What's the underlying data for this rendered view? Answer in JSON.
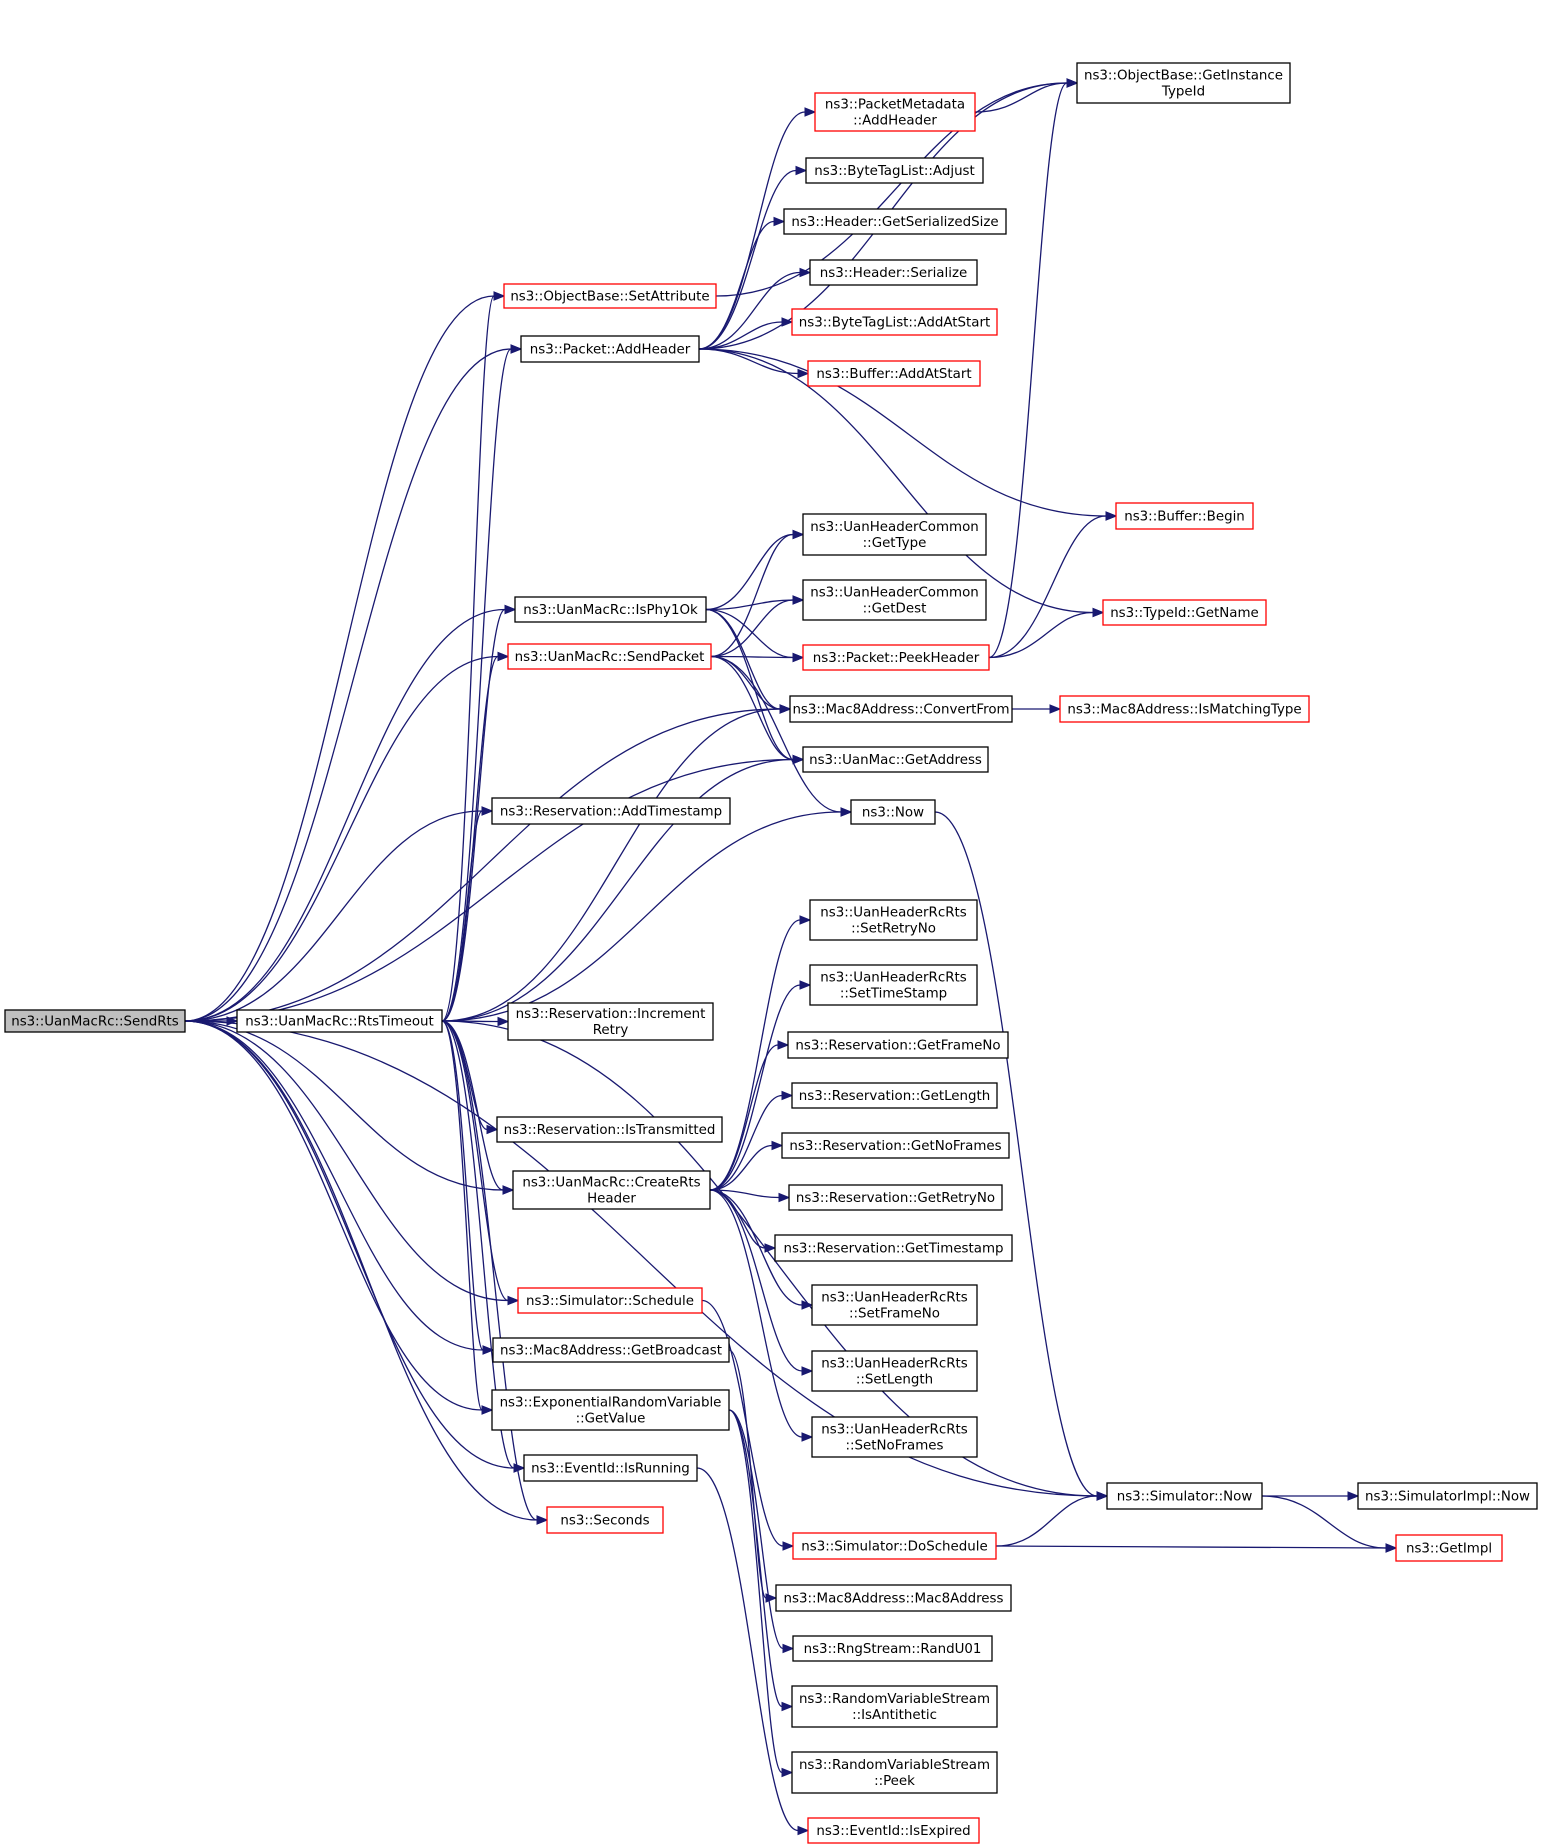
{
  "diagram": {
    "type": "call-graph",
    "colors": {
      "edge": "#191970",
      "root_fill": "#bfbfbf",
      "incomplete_border": "#ff0000",
      "border": "#000000"
    },
    "nodes": [
      {
        "id": "sendrts",
        "lines": [
          "ns3::UanMacRc::SendRts"
        ],
        "style": "root"
      },
      {
        "id": "rtstimeout",
        "lines": [
          "ns3::UanMacRc::RtsTimeout"
        ],
        "style": "normal"
      },
      {
        "id": "setattr",
        "lines": [
          "ns3::ObjectBase::SetAttribute"
        ],
        "style": "red"
      },
      {
        "id": "addheader",
        "lines": [
          "ns3::Packet::AddHeader"
        ],
        "style": "normal"
      },
      {
        "id": "getinst",
        "lines": [
          "ns3::ObjectBase::GetInstance",
          "TypeId"
        ],
        "style": "normal"
      },
      {
        "id": "pmaddheader",
        "lines": [
          "ns3::PacketMetadata",
          "::AddHeader"
        ],
        "style": "red"
      },
      {
        "id": "btladjust",
        "lines": [
          "ns3::ByteTagList::Adjust"
        ],
        "style": "normal"
      },
      {
        "id": "hgetsize",
        "lines": [
          "ns3::Header::GetSerializedSize"
        ],
        "style": "normal"
      },
      {
        "id": "hserialize",
        "lines": [
          "ns3::Header::Serialize"
        ],
        "style": "normal"
      },
      {
        "id": "btladdstart",
        "lines": [
          "ns3::ByteTagList::AddAtStart"
        ],
        "style": "red"
      },
      {
        "id": "bufaddstart",
        "lines": [
          "ns3::Buffer::AddAtStart"
        ],
        "style": "red"
      },
      {
        "id": "bufbegin",
        "lines": [
          "ns3::Buffer::Begin"
        ],
        "style": "red"
      },
      {
        "id": "gettype",
        "lines": [
          "ns3::UanHeaderCommon",
          "::GetType"
        ],
        "style": "normal"
      },
      {
        "id": "getdest",
        "lines": [
          "ns3::UanHeaderCommon",
          "::GetDest"
        ],
        "style": "normal"
      },
      {
        "id": "isphy1ok",
        "lines": [
          "ns3::UanMacRc::IsPhy1Ok"
        ],
        "style": "normal"
      },
      {
        "id": "sendpacket",
        "lines": [
          "ns3::UanMacRc::SendPacket"
        ],
        "style": "red"
      },
      {
        "id": "peekheader",
        "lines": [
          "ns3::Packet::PeekHeader"
        ],
        "style": "red"
      },
      {
        "id": "typeidname",
        "lines": [
          "ns3::TypeId::GetName"
        ],
        "style": "red"
      },
      {
        "id": "convertfrom",
        "lines": [
          "ns3::Mac8Address::ConvertFrom"
        ],
        "style": "normal"
      },
      {
        "id": "ismatching",
        "lines": [
          "ns3::Mac8Address::IsMatchingType"
        ],
        "style": "red"
      },
      {
        "id": "getaddress",
        "lines": [
          "ns3::UanMac::GetAddress"
        ],
        "style": "normal"
      },
      {
        "id": "addtimestamp",
        "lines": [
          "ns3::Reservation::AddTimestamp"
        ],
        "style": "normal"
      },
      {
        "id": "now",
        "lines": [
          "ns3::Now"
        ],
        "style": "normal"
      },
      {
        "id": "setretryno",
        "lines": [
          "ns3::UanHeaderRcRts",
          "::SetRetryNo"
        ],
        "style": "normal"
      },
      {
        "id": "settimestamp",
        "lines": [
          "ns3::UanHeaderRcRts",
          "::SetTimeStamp"
        ],
        "style": "normal"
      },
      {
        "id": "incretry",
        "lines": [
          "ns3::Reservation::Increment",
          "Retry"
        ],
        "style": "normal"
      },
      {
        "id": "getframeno",
        "lines": [
          "ns3::Reservation::GetFrameNo"
        ],
        "style": "normal"
      },
      {
        "id": "getlength",
        "lines": [
          "ns3::Reservation::GetLength"
        ],
        "style": "normal"
      },
      {
        "id": "istransmitted",
        "lines": [
          "ns3::Reservation::IsTransmitted"
        ],
        "style": "normal"
      },
      {
        "id": "getnoframes",
        "lines": [
          "ns3::Reservation::GetNoFrames"
        ],
        "style": "normal"
      },
      {
        "id": "createrts",
        "lines": [
          "ns3::UanMacRc::CreateRts",
          "Header"
        ],
        "style": "normal"
      },
      {
        "id": "getretryno",
        "lines": [
          "ns3::Reservation::GetRetryNo"
        ],
        "style": "normal"
      },
      {
        "id": "gettimestamp",
        "lines": [
          "ns3::Reservation::GetTimestamp"
        ],
        "style": "normal"
      },
      {
        "id": "setframeno",
        "lines": [
          "ns3::UanHeaderRcRts",
          "::SetFrameNo"
        ],
        "style": "normal"
      },
      {
        "id": "schedule",
        "lines": [
          "ns3::Simulator::Schedule"
        ],
        "style": "red"
      },
      {
        "id": "getbroadcast",
        "lines": [
          "ns3::Mac8Address::GetBroadcast"
        ],
        "style": "normal"
      },
      {
        "id": "setlength",
        "lines": [
          "ns3::UanHeaderRcRts",
          "::SetLength"
        ],
        "style": "normal"
      },
      {
        "id": "expgetvalue",
        "lines": [
          "ns3::ExponentialRandomVariable",
          "::GetValue"
        ],
        "style": "normal"
      },
      {
        "id": "setnoframes",
        "lines": [
          "ns3::UanHeaderRcRts",
          "::SetNoFrames"
        ],
        "style": "normal"
      },
      {
        "id": "isrunning",
        "lines": [
          "ns3::EventId::IsRunning"
        ],
        "style": "normal"
      },
      {
        "id": "simnow",
        "lines": [
          "ns3::Simulator::Now"
        ],
        "style": "normal"
      },
      {
        "id": "simimplnow",
        "lines": [
          "ns3::SimulatorImpl::Now"
        ],
        "style": "normal"
      },
      {
        "id": "seconds",
        "lines": [
          "ns3::Seconds"
        ],
        "style": "red"
      },
      {
        "id": "doschedule",
        "lines": [
          "ns3::Simulator::DoSchedule"
        ],
        "style": "red"
      },
      {
        "id": "getimpl",
        "lines": [
          "ns3::GetImpl"
        ],
        "style": "red"
      },
      {
        "id": "mac8ctor",
        "lines": [
          "ns3::Mac8Address::Mac8Address"
        ],
        "style": "normal"
      },
      {
        "id": "randu01",
        "lines": [
          "ns3::RngStream::RandU01"
        ],
        "style": "normal"
      },
      {
        "id": "isantithetic",
        "lines": [
          "ns3::RandomVariableStream",
          "::IsAntithetic"
        ],
        "style": "normal"
      },
      {
        "id": "peek",
        "lines": [
          "ns3::RandomVariableStream",
          "::Peek"
        ],
        "style": "normal"
      },
      {
        "id": "isexpired",
        "lines": [
          "ns3::EventId::IsExpired"
        ],
        "style": "red"
      }
    ],
    "edges": [
      [
        "sendrts",
        "rtstimeout"
      ],
      [
        "sendrts",
        "setattr"
      ],
      [
        "sendrts",
        "addheader"
      ],
      [
        "sendrts",
        "isphy1ok"
      ],
      [
        "sendrts",
        "sendpacket"
      ],
      [
        "sendrts",
        "convertfrom"
      ],
      [
        "sendrts",
        "getaddress"
      ],
      [
        "sendrts",
        "addtimestamp"
      ],
      [
        "sendrts",
        "createrts"
      ],
      [
        "sendrts",
        "schedule"
      ],
      [
        "sendrts",
        "getbroadcast"
      ],
      [
        "sendrts",
        "expgetvalue"
      ],
      [
        "sendrts",
        "isrunning"
      ],
      [
        "sendrts",
        "seconds"
      ],
      [
        "sendrts",
        "simnow"
      ],
      [
        "rtstimeout",
        "setattr"
      ],
      [
        "rtstimeout",
        "addheader"
      ],
      [
        "rtstimeout",
        "isphy1ok"
      ],
      [
        "rtstimeout",
        "sendpacket"
      ],
      [
        "rtstimeout",
        "convertfrom"
      ],
      [
        "rtstimeout",
        "getaddress"
      ],
      [
        "rtstimeout",
        "addtimestamp"
      ],
      [
        "rtstimeout",
        "now"
      ],
      [
        "rtstimeout",
        "incretry"
      ],
      [
        "rtstimeout",
        "istransmitted"
      ],
      [
        "rtstimeout",
        "createrts"
      ],
      [
        "rtstimeout",
        "schedule"
      ],
      [
        "rtstimeout",
        "getbroadcast"
      ],
      [
        "rtstimeout",
        "expgetvalue"
      ],
      [
        "rtstimeout",
        "isrunning"
      ],
      [
        "rtstimeout",
        "seconds"
      ],
      [
        "rtstimeout",
        "simnow"
      ],
      [
        "setattr",
        "getinst"
      ],
      [
        "addheader",
        "getinst"
      ],
      [
        "addheader",
        "pmaddheader"
      ],
      [
        "addheader",
        "btladjust"
      ],
      [
        "addheader",
        "hgetsize"
      ],
      [
        "addheader",
        "hserialize"
      ],
      [
        "addheader",
        "btladdstart"
      ],
      [
        "addheader",
        "bufaddstart"
      ],
      [
        "addheader",
        "bufbegin"
      ],
      [
        "addheader",
        "typeidname"
      ],
      [
        "pmaddheader",
        "getinst"
      ],
      [
        "isphy1ok",
        "gettype"
      ],
      [
        "isphy1ok",
        "getdest"
      ],
      [
        "isphy1ok",
        "peekheader"
      ],
      [
        "isphy1ok",
        "convertfrom"
      ],
      [
        "isphy1ok",
        "getaddress"
      ],
      [
        "sendpacket",
        "gettype"
      ],
      [
        "sendpacket",
        "getdest"
      ],
      [
        "sendpacket",
        "peekheader"
      ],
      [
        "sendpacket",
        "convertfrom"
      ],
      [
        "sendpacket",
        "getaddress"
      ],
      [
        "sendpacket",
        "now"
      ],
      [
        "peekheader",
        "getinst"
      ],
      [
        "peekheader",
        "bufbegin"
      ],
      [
        "peekheader",
        "typeidname"
      ],
      [
        "convertfrom",
        "ismatching"
      ],
      [
        "now",
        "simnow"
      ],
      [
        "createrts",
        "setretryno"
      ],
      [
        "createrts",
        "settimestamp"
      ],
      [
        "createrts",
        "getframeno"
      ],
      [
        "createrts",
        "getlength"
      ],
      [
        "createrts",
        "getnoframes"
      ],
      [
        "createrts",
        "getretryno"
      ],
      [
        "createrts",
        "gettimestamp"
      ],
      [
        "createrts",
        "setframeno"
      ],
      [
        "createrts",
        "setlength"
      ],
      [
        "createrts",
        "setnoframes"
      ],
      [
        "schedule",
        "doschedule"
      ],
      [
        "getbroadcast",
        "mac8ctor"
      ],
      [
        "expgetvalue",
        "randu01"
      ],
      [
        "expgetvalue",
        "isantithetic"
      ],
      [
        "expgetvalue",
        "peek"
      ],
      [
        "isrunning",
        "isexpired"
      ],
      [
        "simnow",
        "simimplnow"
      ],
      [
        "simnow",
        "getimpl"
      ],
      [
        "doschedule",
        "simnow"
      ],
      [
        "doschedule",
        "getimpl"
      ]
    ]
  }
}
